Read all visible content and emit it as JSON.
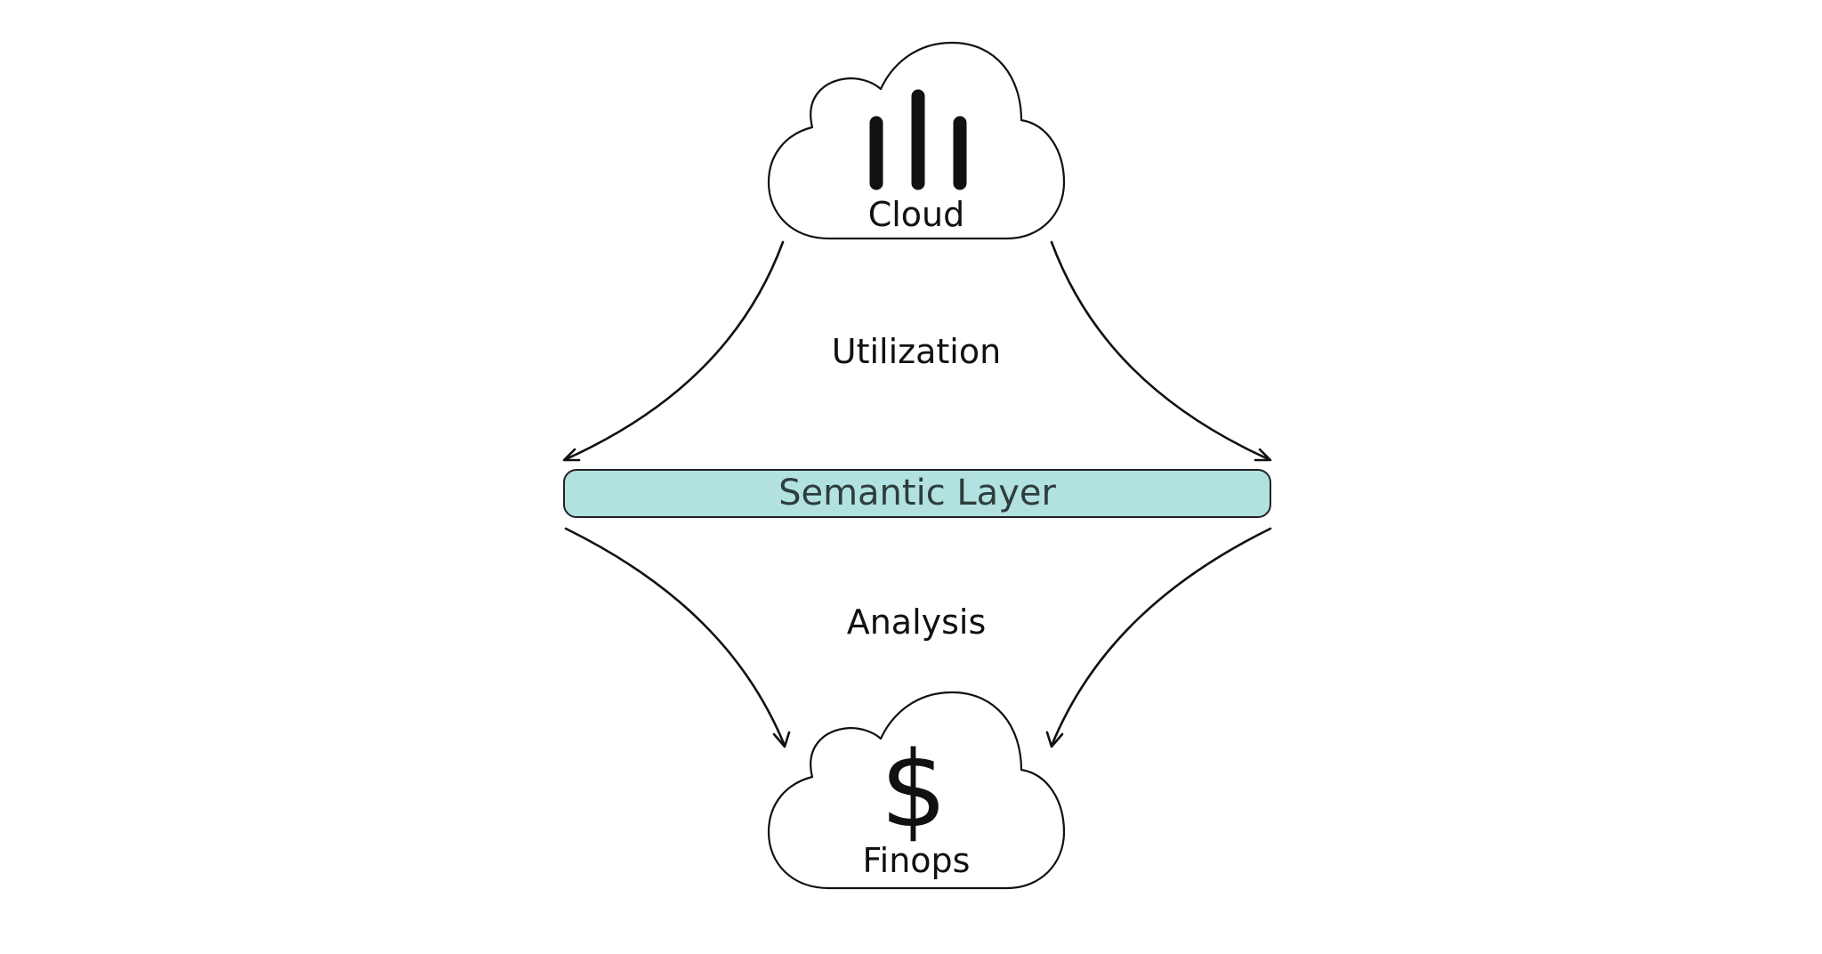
{
  "nodes": {
    "top_cloud": {
      "label": "Cloud",
      "icon": "bar-chart-icon"
    },
    "bottom_cloud": {
      "label": "Finops",
      "icon": "dollar-icon",
      "icon_glyph": "$"
    },
    "semantic_layer": {
      "label": "Semantic Layer",
      "color": "#b2e2e0"
    }
  },
  "flows": {
    "top": {
      "label": "Utilization"
    },
    "bottom": {
      "label": "Analysis"
    }
  }
}
